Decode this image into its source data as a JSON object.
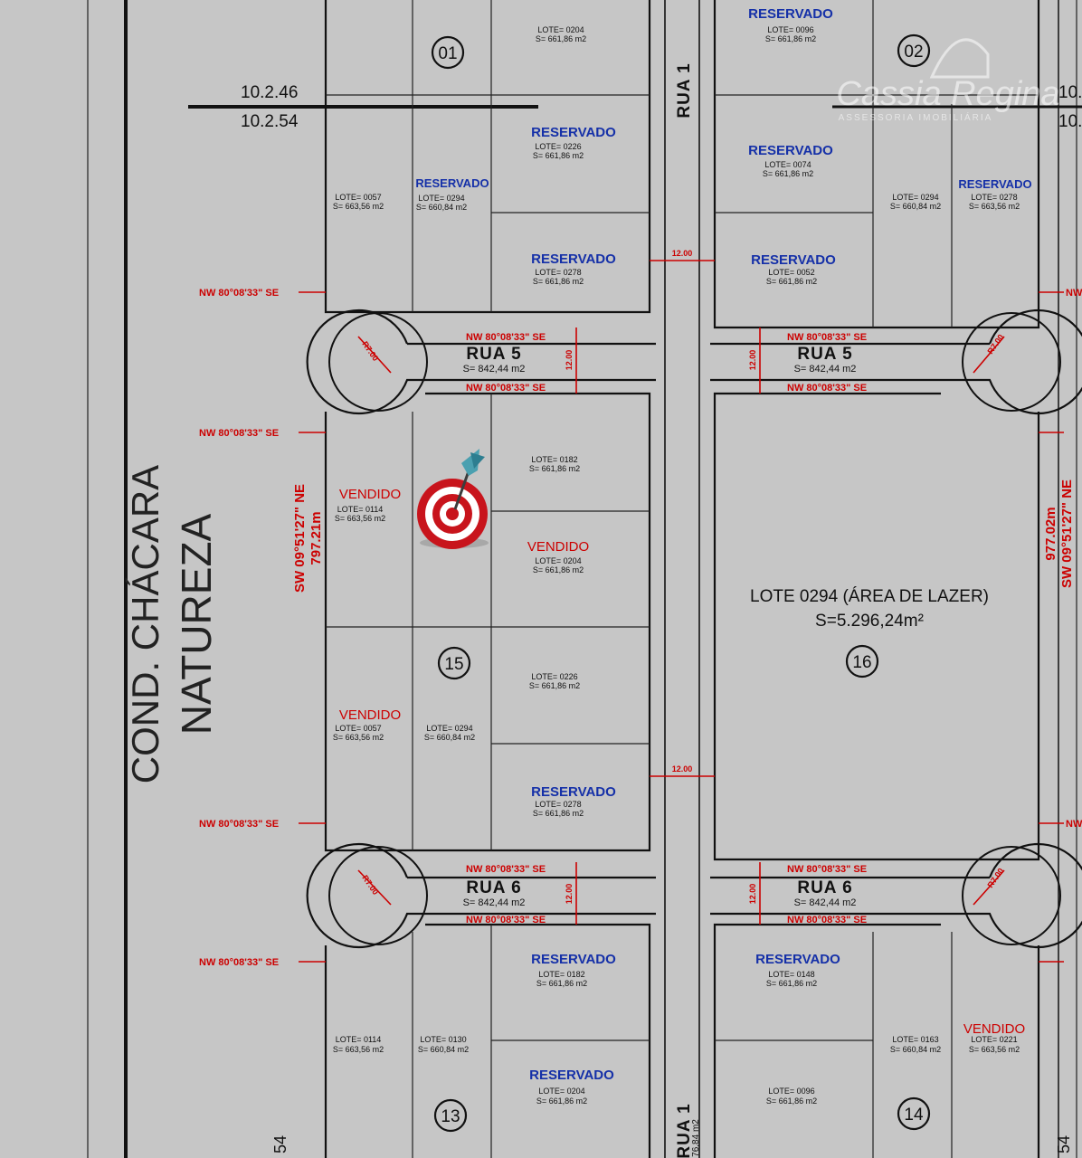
{
  "map": {
    "condo_line1": "COND. CHÁCARA",
    "condo_line2": "NATUREZA",
    "street_vertical": "RUA 1",
    "street_vertical_bottom": "RUA 1",
    "street_bottom_area": "76,84 m2",
    "dim_left_top": "10.2.46",
    "dim_left_bottom": "10.2.54",
    "dim_right_top": "10.",
    "dim_right_bottom": "10.",
    "bottom_left_number": "54",
    "bottom_right_number": "54",
    "width_12": "12.00",
    "bearing_nw": "NW 80°08'33\" SE",
    "left_side_bearing": "SW 09°51'27\" NE",
    "left_side_length": "797.21m",
    "right_side_length": "977.02m",
    "right_side_bearing": "SW 09°51'27\" NE",
    "radius": "R7.00",
    "streets": [
      {
        "name": "RUA 5",
        "area": "S= 842,44 m2"
      },
      {
        "name": "RUA 5",
        "area": "S= 842,44 m2"
      },
      {
        "name": "RUA 6",
        "area": "S= 842,44 m2"
      },
      {
        "name": "RUA 6",
        "area": "S= 842,44 m2"
      }
    ],
    "quadras": [
      "01",
      "02",
      "15",
      "16",
      "13",
      "14"
    ],
    "lots": [
      {
        "status": "",
        "lote": "LOTE= 0204",
        "area": "S= 661,86 m2"
      },
      {
        "status": "RESERVADO",
        "lote": "LOTE= 0096",
        "area": "S= 661,86 m2"
      },
      {
        "status": "RESERVADO",
        "lote": "LOTE= 0226",
        "area": "S= 661,86 m2"
      },
      {
        "status": "RESERVADO",
        "lote": "LOTE= 0074",
        "area": "S= 661,86 m2"
      },
      {
        "status": "",
        "lote": "LOTE= 0057",
        "area": "S= 663,56 m2"
      },
      {
        "status": "RESERVADO",
        "lote": "LOTE= 0294",
        "area": "S= 660,84 m2"
      },
      {
        "status": "",
        "lote": "LOTE= 0294",
        "area": "S= 660,84 m2"
      },
      {
        "status": "RESERVADO",
        "lote": "LOTE= 0278",
        "area": "S= 663,56 m2"
      },
      {
        "status": "RESERVADO",
        "lote": "LOTE= 0278",
        "area": "S= 661,86 m2"
      },
      {
        "status": "RESERVADO",
        "lote": "LOTE= 0052",
        "area": "S= 661,86 m2"
      },
      {
        "status": "",
        "lote": "LOTE= 0182",
        "area": "S= 661,86 m2"
      },
      {
        "status": "VENDIDO",
        "lote": "LOTE= 0114",
        "area": "S= 663,56 m2"
      },
      {
        "status": "VENDIDO",
        "lote": "LOTE= 0204",
        "area": "S= 661,86 m2"
      },
      {
        "status": "",
        "lote": "LOTE= 0226",
        "area": "S= 661,86 m2"
      },
      {
        "status": "VENDIDO",
        "lote": "LOTE= 0057",
        "area": "S= 663,56 m2"
      },
      {
        "status": "",
        "lote": "LOTE= 0294",
        "area": "S= 660,84 m2"
      },
      {
        "status": "RESERVADO",
        "lote": "LOTE= 0278",
        "area": "S= 661,86 m2"
      },
      {
        "status": "RESERVADO",
        "lote": "LOTE= 0182",
        "area": "S= 661,86 m2"
      },
      {
        "status": "RESERVADO",
        "lote": "LOTE= 0148",
        "area": "S= 661,86 m2"
      },
      {
        "status": "",
        "lote": "LOTE= 0114",
        "area": "S= 663,56 m2"
      },
      {
        "status": "",
        "lote": "LOTE= 0130",
        "area": "S= 660,84 m2"
      },
      {
        "status": "",
        "lote": "LOTE= 0163",
        "area": "S= 660,84 m2"
      },
      {
        "status": "VENDIDO",
        "lote": "LOTE= 0221",
        "area": "S= 663,56 m2"
      },
      {
        "status": "RESERVADO",
        "lote": "LOTE= 0204",
        "area": "S= 661,86 m2"
      },
      {
        "status": "",
        "lote": "LOTE= 0096",
        "area": "S= 661,86 m2"
      }
    ],
    "leisure_title": "LOTE 0294 (ÁREA DE LAZER)",
    "leisure_area": "S=5.296,24m²",
    "watermark_name": "Cassia Regina",
    "watermark_sub": "ASSESSORIA IMOBILIÁRIA",
    "colors": {
      "reservado": "#1530a8",
      "vendido": "#c00000",
      "dims": "#c00000",
      "background": "#c6c6c6"
    },
    "marker_icon": "target-dart-icon"
  }
}
